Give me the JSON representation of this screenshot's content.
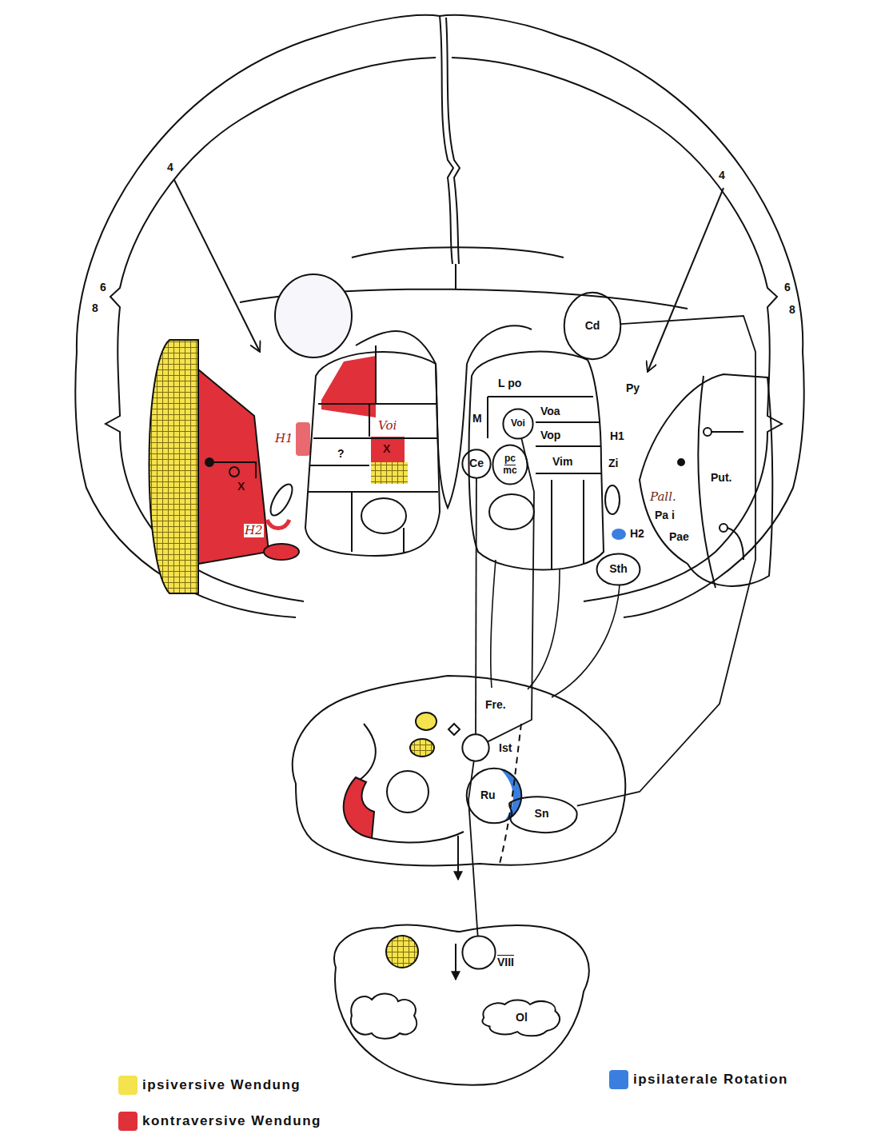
{
  "diagram": {
    "nodes": [
      {
        "text": [
          "Cd"
        ]
      },
      {
        "text": [
          "Voi"
        ]
      },
      {
        "text": [
          "Ce"
        ]
      },
      {
        "text": [
          "pc",
          "mc"
        ]
      },
      {
        "text": [
          "Sth"
        ]
      },
      {
        "text": [
          "Ist"
        ]
      },
      {
        "text": [
          "Ru"
        ]
      },
      {
        "text": [
          "Sn"
        ]
      },
      {
        "text": [
          "VIII"
        ]
      },
      {
        "text": [
          "Ol"
        ]
      }
    ],
    "edges": [
      {
        "from": 0,
        "to": 7,
        "arrow": "none"
      },
      {
        "from": 1,
        "to": 5,
        "arrow": "none"
      },
      {
        "from": 2,
        "to": 5,
        "arrow": "none"
      },
      {
        "from": 5,
        "to": 8,
        "arrow": "none"
      }
    ],
    "labels": [
      "4",
      "4",
      "6",
      "8",
      "6",
      "8",
      "H1",
      "?",
      "Voi",
      "X",
      "X",
      "H2",
      "L po",
      "M",
      "Voa",
      "Vop",
      "Vim",
      "H1",
      "Zi",
      "H2",
      "Py",
      "Put.",
      "Pall.",
      "Pa i",
      "Pae",
      "Fre."
    ],
    "legend": [
      {
        "text": "ipsiversive Wendung",
        "color": "#f4e34c"
      },
      {
        "text": "kontraversive Wendung",
        "color": "#e0303a"
      },
      {
        "text": "ipsilaterale Rotation",
        "color": "#3a7fe0"
      }
    ]
  }
}
